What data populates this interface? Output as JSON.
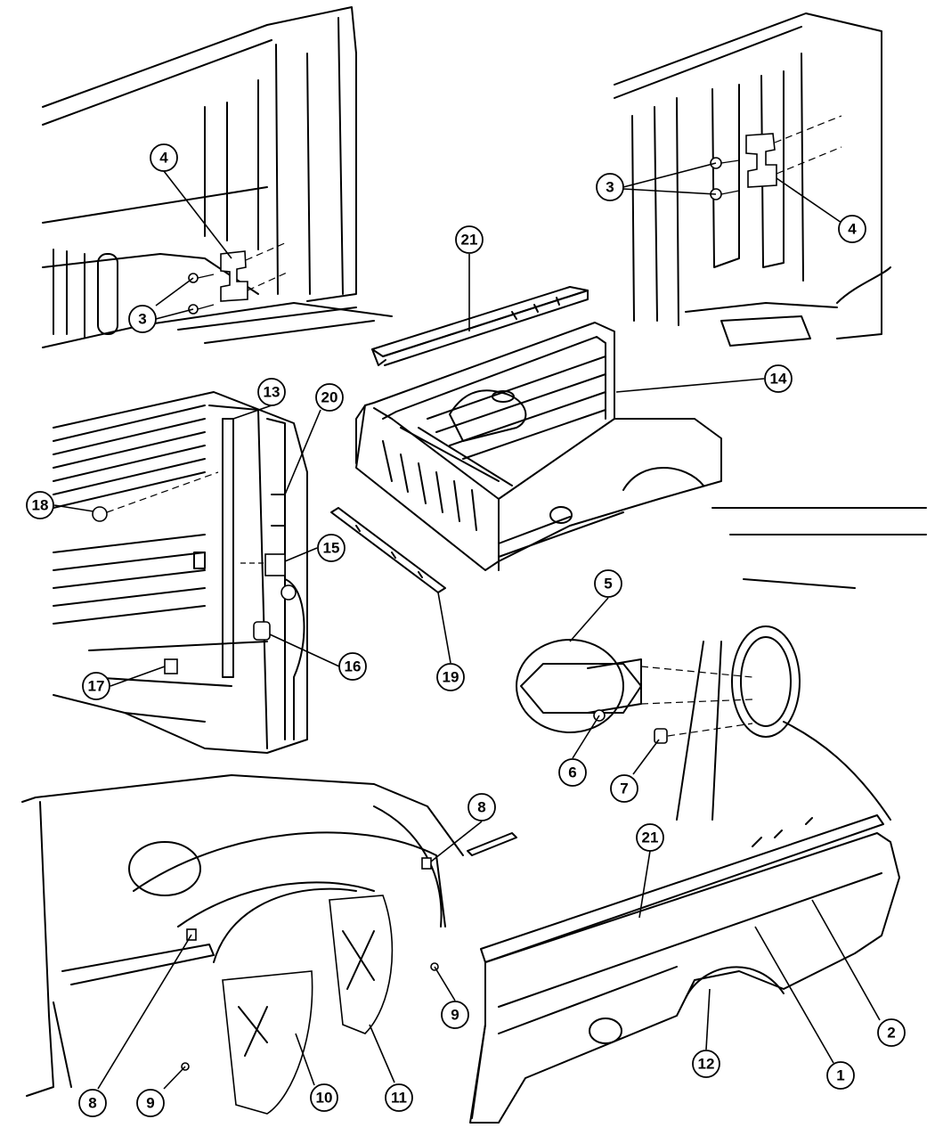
{
  "callouts": [
    {
      "label": "4"
    },
    {
      "label": "3"
    },
    {
      "label": "3"
    },
    {
      "label": "4"
    },
    {
      "label": "21"
    },
    {
      "label": "14"
    },
    {
      "label": "13"
    },
    {
      "label": "20"
    },
    {
      "label": "18"
    },
    {
      "label": "15"
    },
    {
      "label": "16"
    },
    {
      "label": "17"
    },
    {
      "label": "19"
    },
    {
      "label": "5"
    },
    {
      "label": "6"
    },
    {
      "label": "7"
    },
    {
      "label": "8"
    },
    {
      "label": "21"
    },
    {
      "label": "9"
    },
    {
      "label": "8"
    },
    {
      "label": "9"
    },
    {
      "label": "10"
    },
    {
      "label": "11"
    },
    {
      "label": "12"
    },
    {
      "label": "1"
    },
    {
      "label": "2"
    }
  ]
}
